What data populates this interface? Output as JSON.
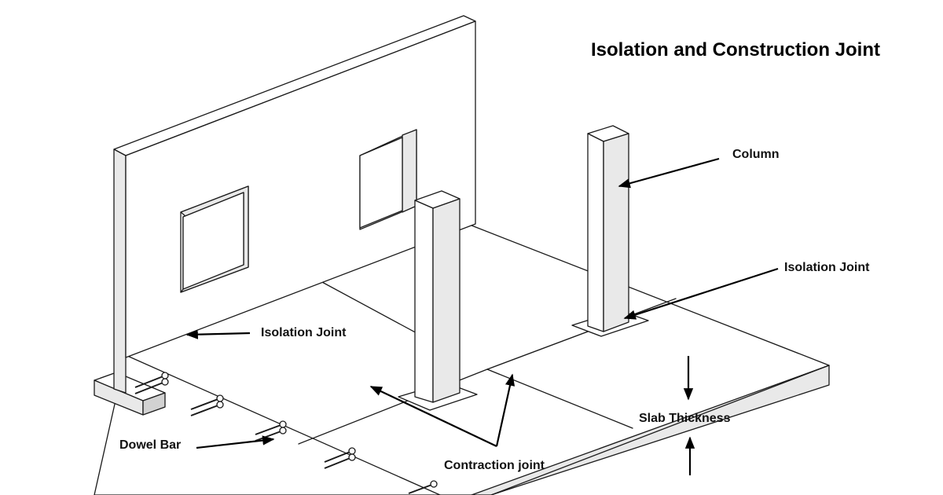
{
  "title": "Isolation and Construction Joint",
  "labels": {
    "column": "Column",
    "isolation_joint_column": "Isolation Joint",
    "isolation_joint_wall": "Isolation Joint",
    "dowel_bar": "Dowel Bar",
    "contraction_joint": "Contraction joint",
    "slab_thickness": "Slab Thickness"
  }
}
